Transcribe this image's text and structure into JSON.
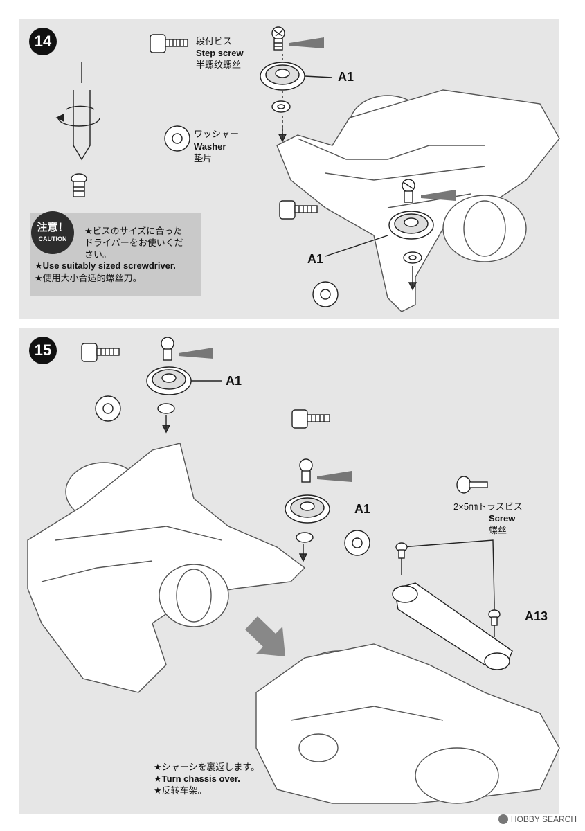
{
  "step14": {
    "number": "14",
    "screw_label_jp": "段付ビス",
    "screw_label_en": "Step screw",
    "screw_label_cn": "半螺纹螺丝",
    "part_a1_top": "A1",
    "washer_label_jp": "ワッシャー",
    "washer_label_en": "Washer",
    "washer_label_cn": "垫片",
    "part_a1_bottom": "A1",
    "caution": {
      "badge_jp": "注意！",
      "badge_en": "CAUTION",
      "line1": "★ビスのサイズに合った",
      "line2": "ドライバーをお使いくだ",
      "line3": "さい。",
      "line4": "★Use suitably sized screwdriver.",
      "line5": "★使用大小合适的螺丝刀。"
    }
  },
  "step15": {
    "number": "15",
    "part_a1_top": "A1",
    "part_a1_mid": "A1",
    "screw_label_size": "2×5㎜トラスビス",
    "screw_label_en": "Screw",
    "screw_label_cn": "螺丝",
    "part_a13": "A13",
    "note_jp": "★シャーシを裏返します。",
    "note_en": "★Turn chassis over.",
    "note_cn": "★反转车架。"
  },
  "watermark": {
    "brand": "HOBBY SEARCH"
  }
}
